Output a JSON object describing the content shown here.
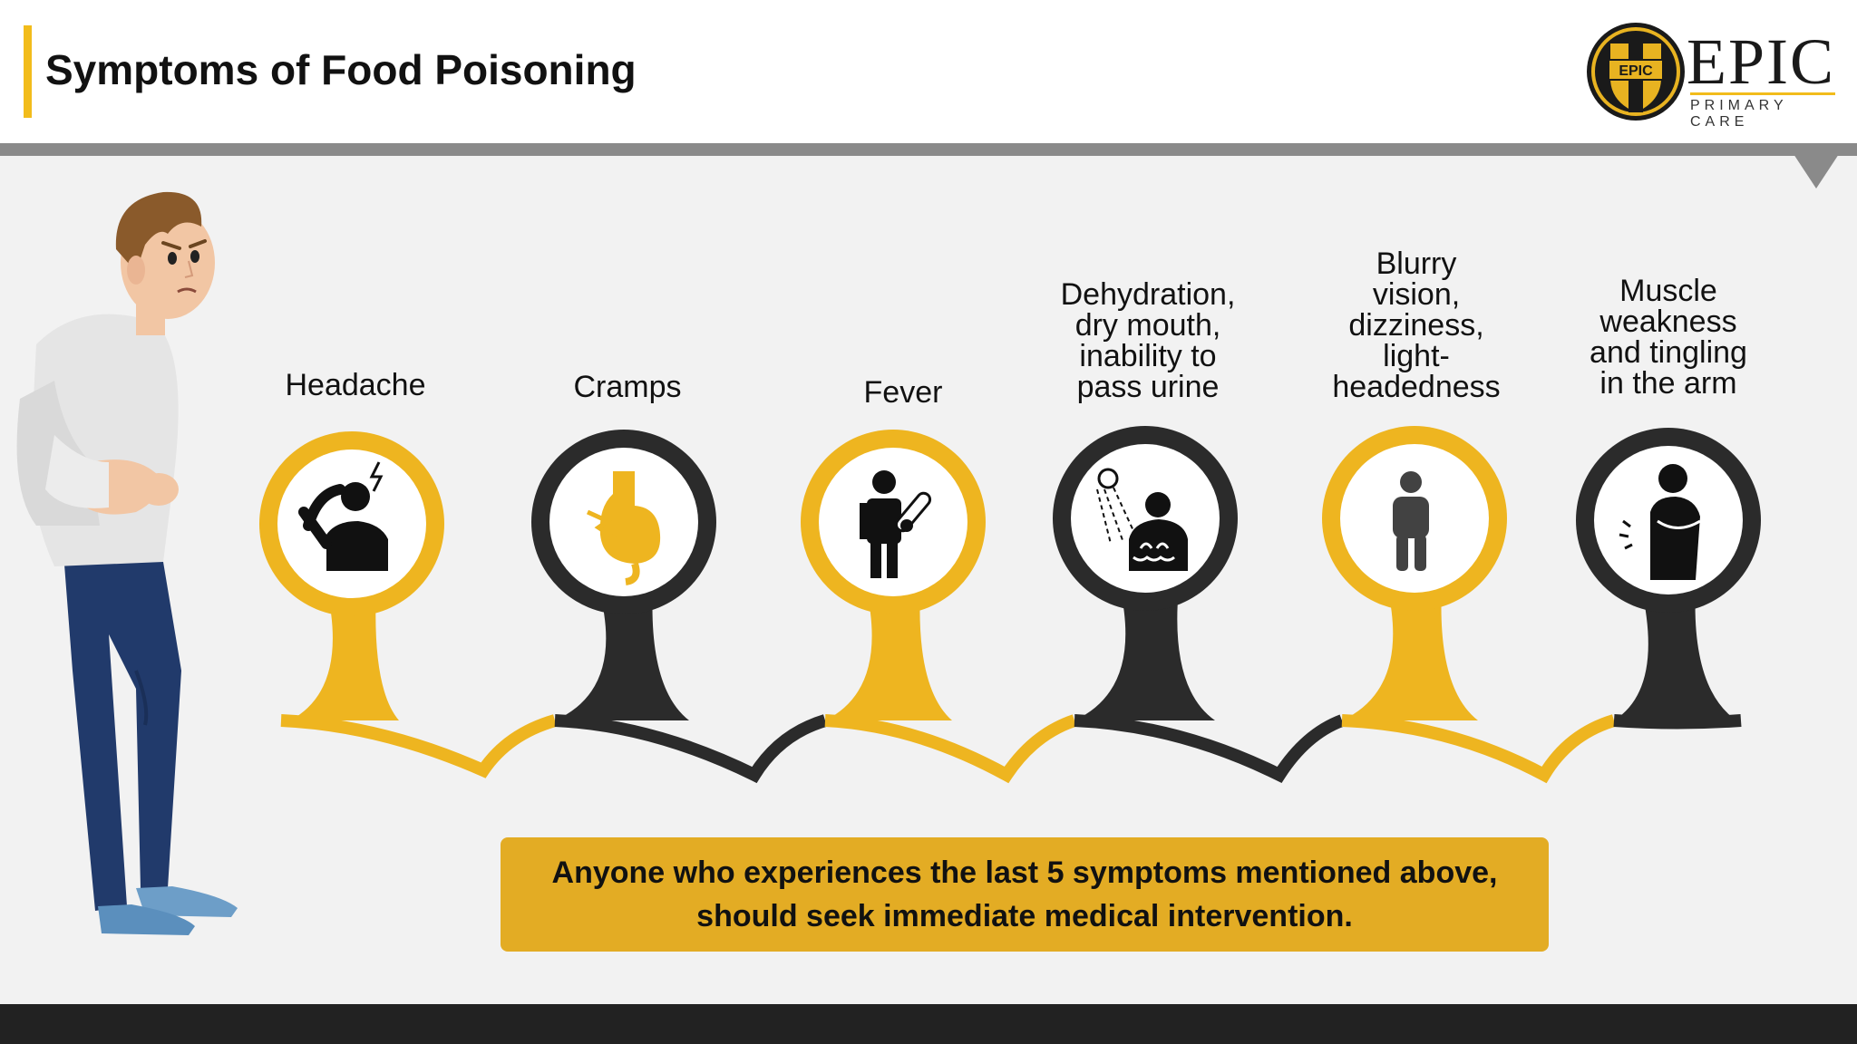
{
  "header": {
    "title": "Symptoms of Food Poisoning",
    "logo_badge": "EPIC",
    "logo_name": "EPIC",
    "logo_sub": "PRIMARY CARE"
  },
  "symptoms": [
    {
      "label": "Headache",
      "ring": "yellow",
      "icon": "headache-icon"
    },
    {
      "label": "Cramps",
      "ring": "dark",
      "icon": "stomach-cramp-icon"
    },
    {
      "label": "Fever",
      "ring": "yellow",
      "icon": "thermometer-person-icon"
    },
    {
      "label": "Dehydration,\ndry mouth,\ninability to\npass urine",
      "ring": "dark",
      "icon": "dehydration-icon"
    },
    {
      "label": "Blurry\nvision,\ndizziness,\nlight-\nheadedness",
      "ring": "yellow",
      "icon": "blurry-person-icon"
    },
    {
      "label": "Muscle\nweakness\nand tingling\nin the arm",
      "ring": "dark",
      "icon": "arm-tingling-icon"
    }
  ],
  "note": {
    "text": "Anyone who experiences the last 5 symptoms mentioned above, should seek immediate medical intervention."
  },
  "colors": {
    "accent": "#f2bc1b",
    "dark": "#2b2b2b",
    "note_bg": "#e3ac24",
    "band": "#8a8a8a",
    "footer": "#222222"
  }
}
